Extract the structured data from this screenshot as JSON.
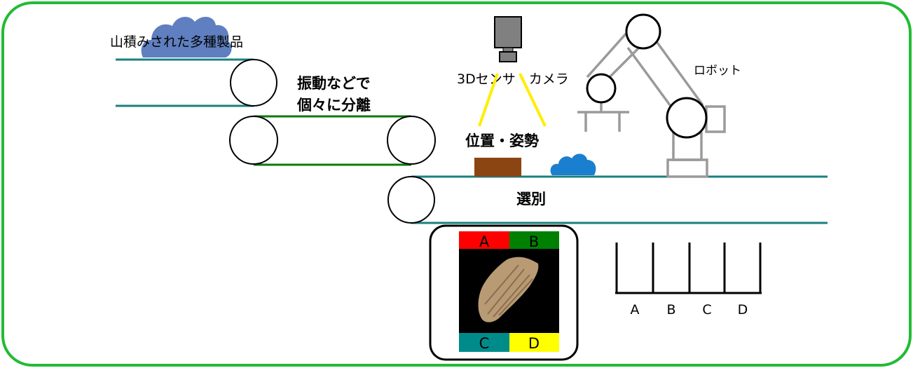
{
  "labels": {
    "pile": "山積みされた多種製品",
    "vibration_line1": "振動などで",
    "vibration_line2": "個々に分離",
    "sensor": "3Dセンサ・カメラ",
    "robot": "ロボット",
    "pose": "位置・姿勢",
    "sorting": "選別"
  },
  "classes": [
    "A",
    "B",
    "C",
    "D"
  ],
  "colors": {
    "frame_border": "#22bb33",
    "conveyor_teal": "#1a8080",
    "belt_green": "#0a7a0a",
    "sensor_beam": "#ffee00",
    "robot_gray": "#9a9a9a",
    "cloud_slate": "#5f7fc0",
    "cloud_blue": "#1a7fce",
    "part_brown": "#8b4513",
    "class_a": "#ff0000",
    "class_b": "#008000",
    "class_c": "#008b8b",
    "class_d": "#ffff00"
  }
}
